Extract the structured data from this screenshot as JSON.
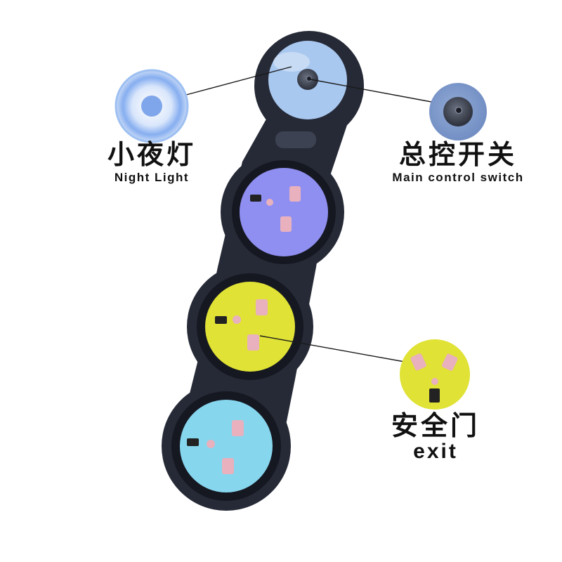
{
  "callouts": {
    "night_light": {
      "zh": "小夜灯",
      "en": "Night Light"
    },
    "main_switch": {
      "zh": "总控开关",
      "en": "Main control switch"
    },
    "safety_door": {
      "zh": "安全门",
      "en": "exit"
    }
  },
  "colors": {
    "housing": "#262a36",
    "housing_edge": "#151821",
    "night_light": "#a9c8f0",
    "socket_1": "#8f8ff2",
    "socket_2": "#e0e235",
    "socket_3": "#86d6ee",
    "contact": "#e8b1bd",
    "button": "#3a3f4c",
    "leader_line": "#1a1a1a"
  },
  "icons": [
    "night-light-icon",
    "power-button-icon",
    "outlet-icon"
  ]
}
